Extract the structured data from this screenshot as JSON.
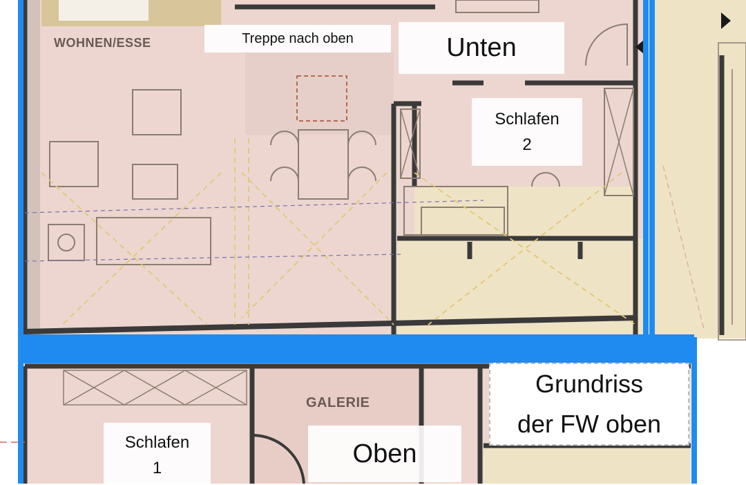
{
  "labels": {
    "wohnen": "WOHNEN/ESSE",
    "treppe": "Treppe nach oben",
    "unten": "Unten",
    "schlafen2_line1": "Schlafen",
    "schlafen2_line2": "2",
    "galerie": "GALERIE",
    "schlafen1_line1": "Schlafen",
    "schlafen1_line2": "1",
    "oben": "Oben",
    "grundriss_line1": "Grundriss",
    "grundriss_line2": "der FW oben"
  },
  "colors": {
    "frame": "#1f8bf0",
    "wall": "#3b3b3b",
    "floor_pink": "#ecd4cc",
    "floor_cream": "#efe3c6",
    "dash_yellow": "#e2c873",
    "dash_blue": "#7a6fb0",
    "dash_red": "#e06060"
  }
}
